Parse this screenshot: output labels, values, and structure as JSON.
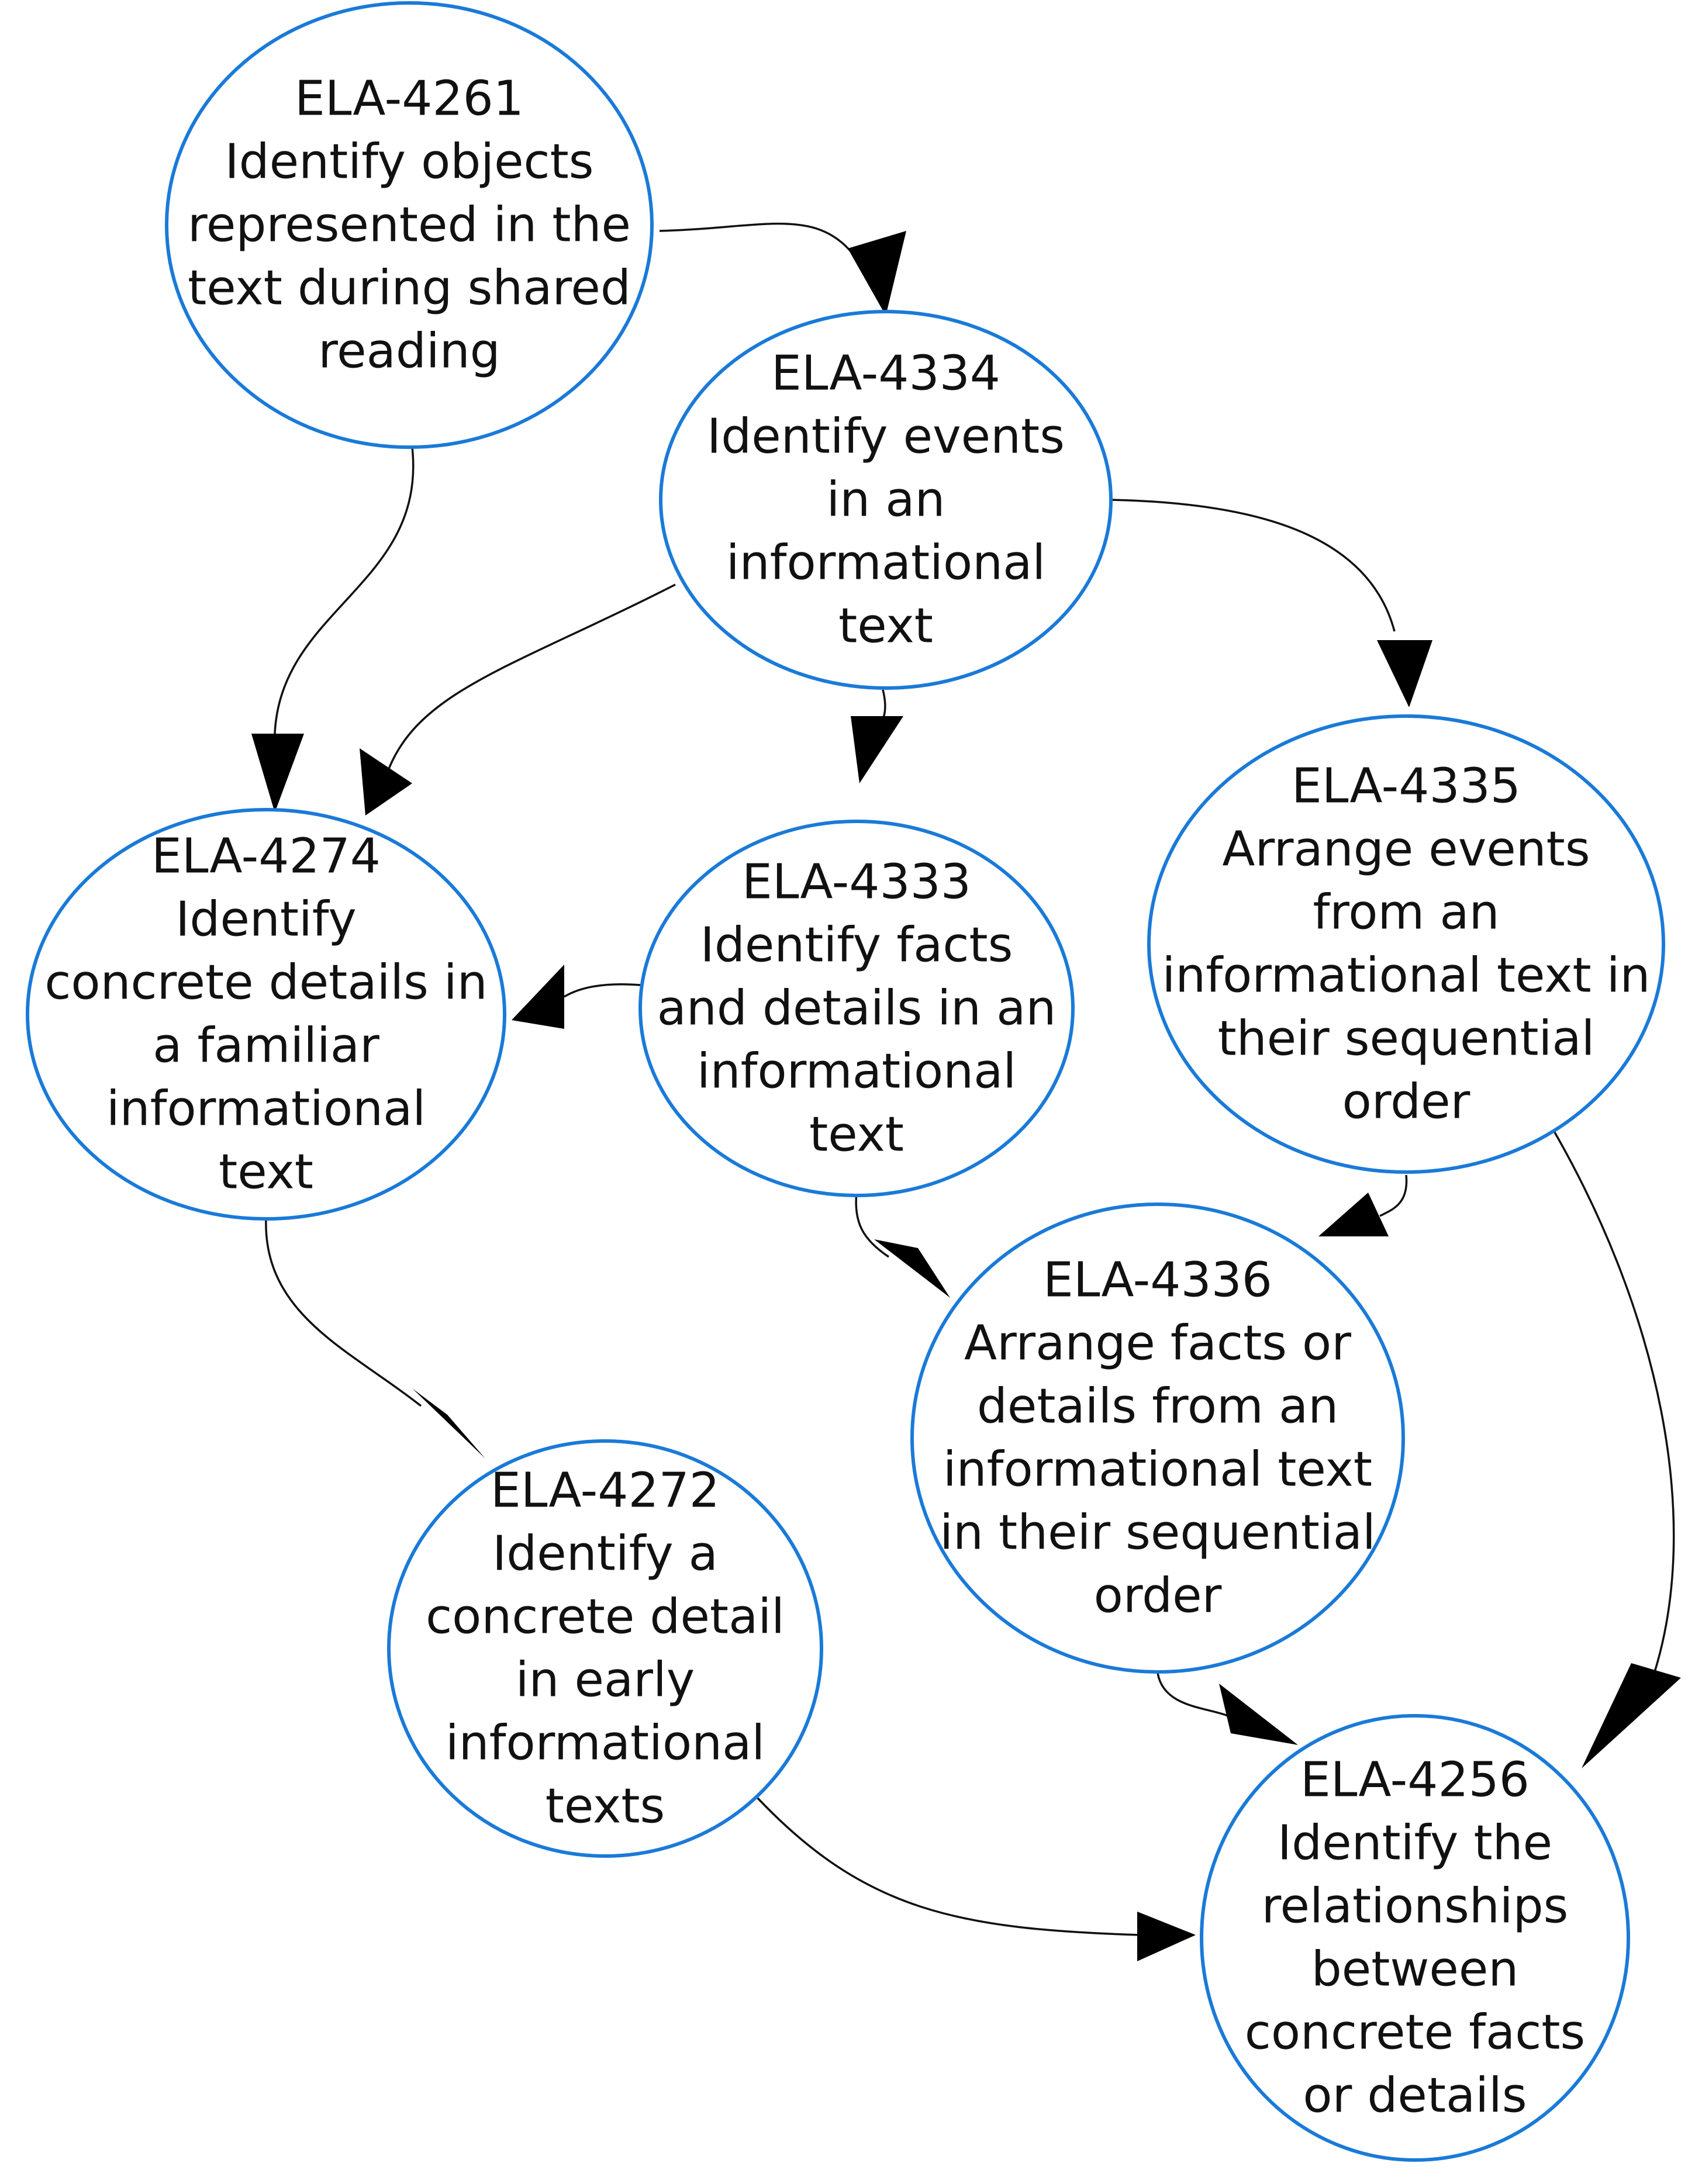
{
  "diagram": {
    "nodes": [
      {
        "id": "ELA-4261",
        "lines": [
          "ELA-4261",
          "Identify objects",
          "represented in the",
          "text during shared",
          "reading"
        ]
      },
      {
        "id": "ELA-4334",
        "lines": [
          "ELA-4334",
          "Identify events",
          "in an",
          "informational",
          "text"
        ]
      },
      {
        "id": "ELA-4274",
        "lines": [
          "ELA-4274",
          "Identify",
          "concrete details in",
          "a familiar",
          "informational",
          "text"
        ]
      },
      {
        "id": "ELA-4333",
        "lines": [
          "ELA-4333",
          "Identify facts",
          "and details in an",
          "informational",
          "text"
        ]
      },
      {
        "id": "ELA-4335",
        "lines": [
          "ELA-4335",
          "Arrange events",
          "from an",
          "informational text in",
          "their sequential",
          "order"
        ]
      },
      {
        "id": "ELA-4336",
        "lines": [
          "ELA-4336",
          "Arrange facts or",
          "details from an",
          "informational text",
          "in their sequential",
          "order"
        ]
      },
      {
        "id": "ELA-4272",
        "lines": [
          "ELA-4272",
          "Identify a",
          "concrete detail",
          "in early",
          "informational",
          "texts"
        ]
      },
      {
        "id": "ELA-4256",
        "lines": [
          "ELA-4256",
          "Identify the",
          "relationships",
          "between",
          "concrete facts",
          "or details"
        ]
      }
    ],
    "edges": [
      {
        "from": "ELA-4261",
        "to": "ELA-4334"
      },
      {
        "from": "ELA-4261",
        "to": "ELA-4274"
      },
      {
        "from": "ELA-4334",
        "to": "ELA-4274"
      },
      {
        "from": "ELA-4334",
        "to": "ELA-4333"
      },
      {
        "from": "ELA-4334",
        "to": "ELA-4335"
      },
      {
        "from": "ELA-4333",
        "to": "ELA-4274"
      },
      {
        "from": "ELA-4333",
        "to": "ELA-4336"
      },
      {
        "from": "ELA-4335",
        "to": "ELA-4336"
      },
      {
        "from": "ELA-4335",
        "to": "ELA-4256"
      },
      {
        "from": "ELA-4274",
        "to": "ELA-4272"
      },
      {
        "from": "ELA-4336",
        "to": "ELA-4256"
      },
      {
        "from": "ELA-4272",
        "to": "ELA-4256"
      }
    ],
    "colors": {
      "node_stroke": "#1a7ad8",
      "edge": "#111111",
      "text": "#111111"
    }
  }
}
